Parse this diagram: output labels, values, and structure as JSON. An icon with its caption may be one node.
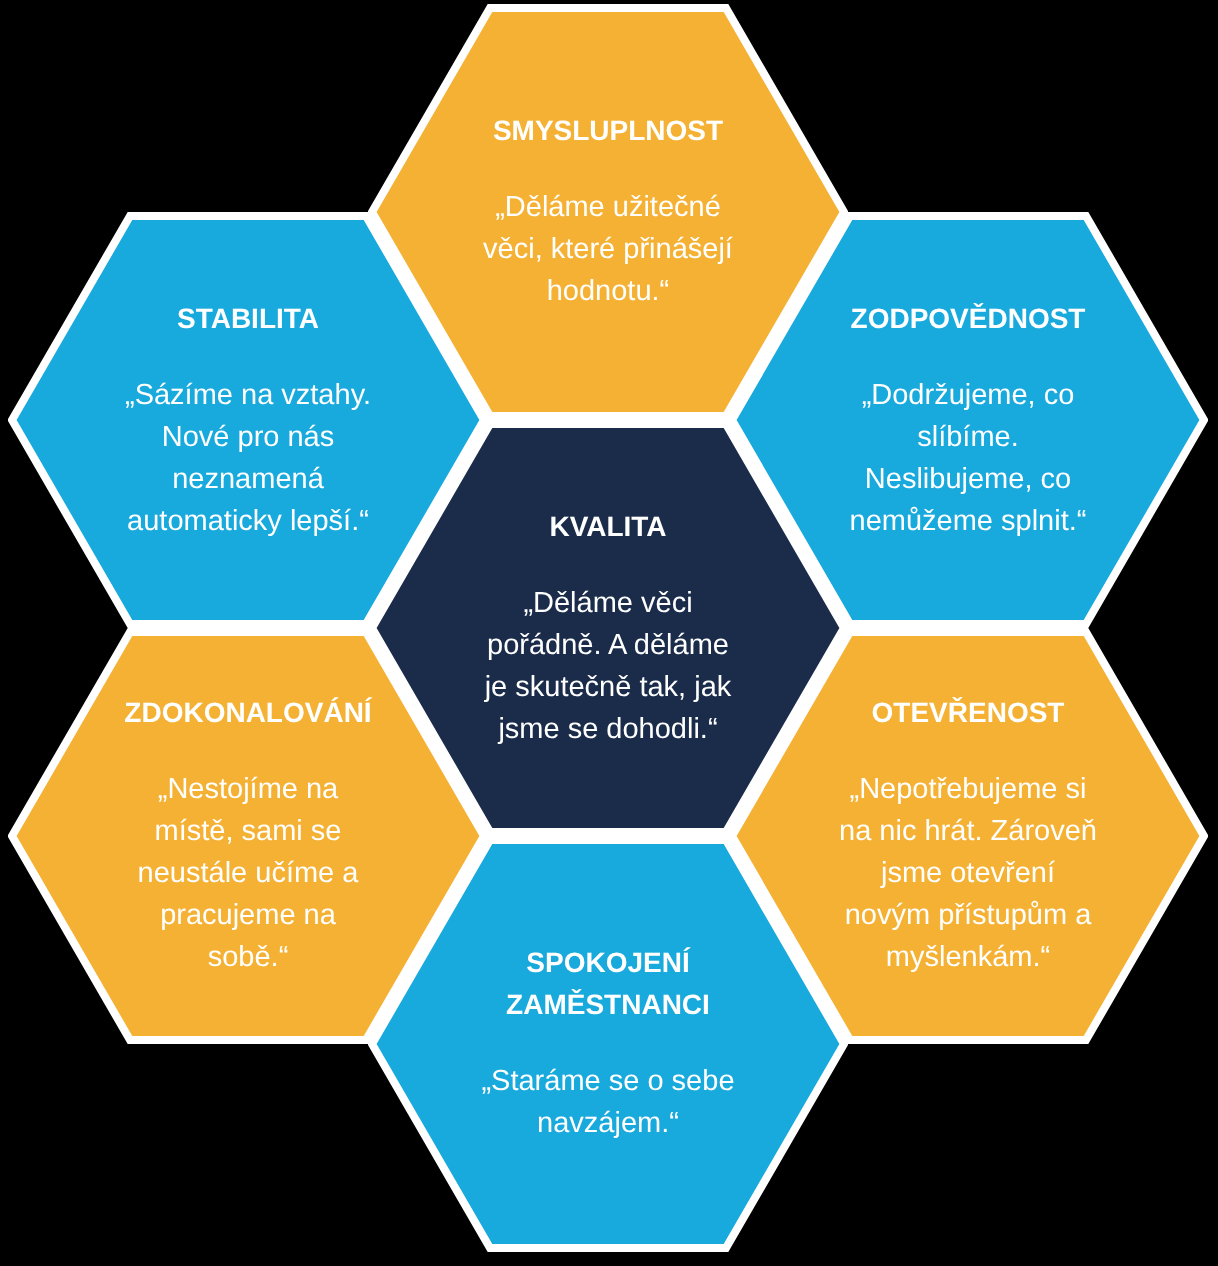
{
  "diagram": {
    "nodes": [
      {
        "text": [
          "SMYSLUPLNOST",
          "„Děláme užitečné věci, které přinášejí hodnotu.“"
        ]
      },
      {
        "text": [
          "STABILITA",
          "„Sázíme na vztahy. Nové pro nás neznamená automaticky lepší.“"
        ]
      },
      {
        "text": [
          "ZODPOVĚDNOST",
          "„Dodržujeme, co slíbíme. Neslibujeme, co nemůžeme splnit.“"
        ]
      },
      {
        "text": [
          "KVALITA",
          "„Děláme věci pořádně. A děláme je skutečně tak, jak jsme se dohodli.“"
        ]
      },
      {
        "text": [
          "ZDOKONALOVÁNÍ",
          "„Nestojíme na místě, sami se neustále učíme a pracujeme na sobě.“"
        ]
      },
      {
        "text": [
          "OTEVŘENOST",
          "„Nepotřebujeme si na nic hrát. Zároveň jsme otevření novým přístupům a myšlenkám.“"
        ]
      },
      {
        "text": [
          "SPOKOJENÍ ZAMĚSTNANCI",
          "„Staráme se o sebe navzájem.“"
        ]
      }
    ]
  }
}
